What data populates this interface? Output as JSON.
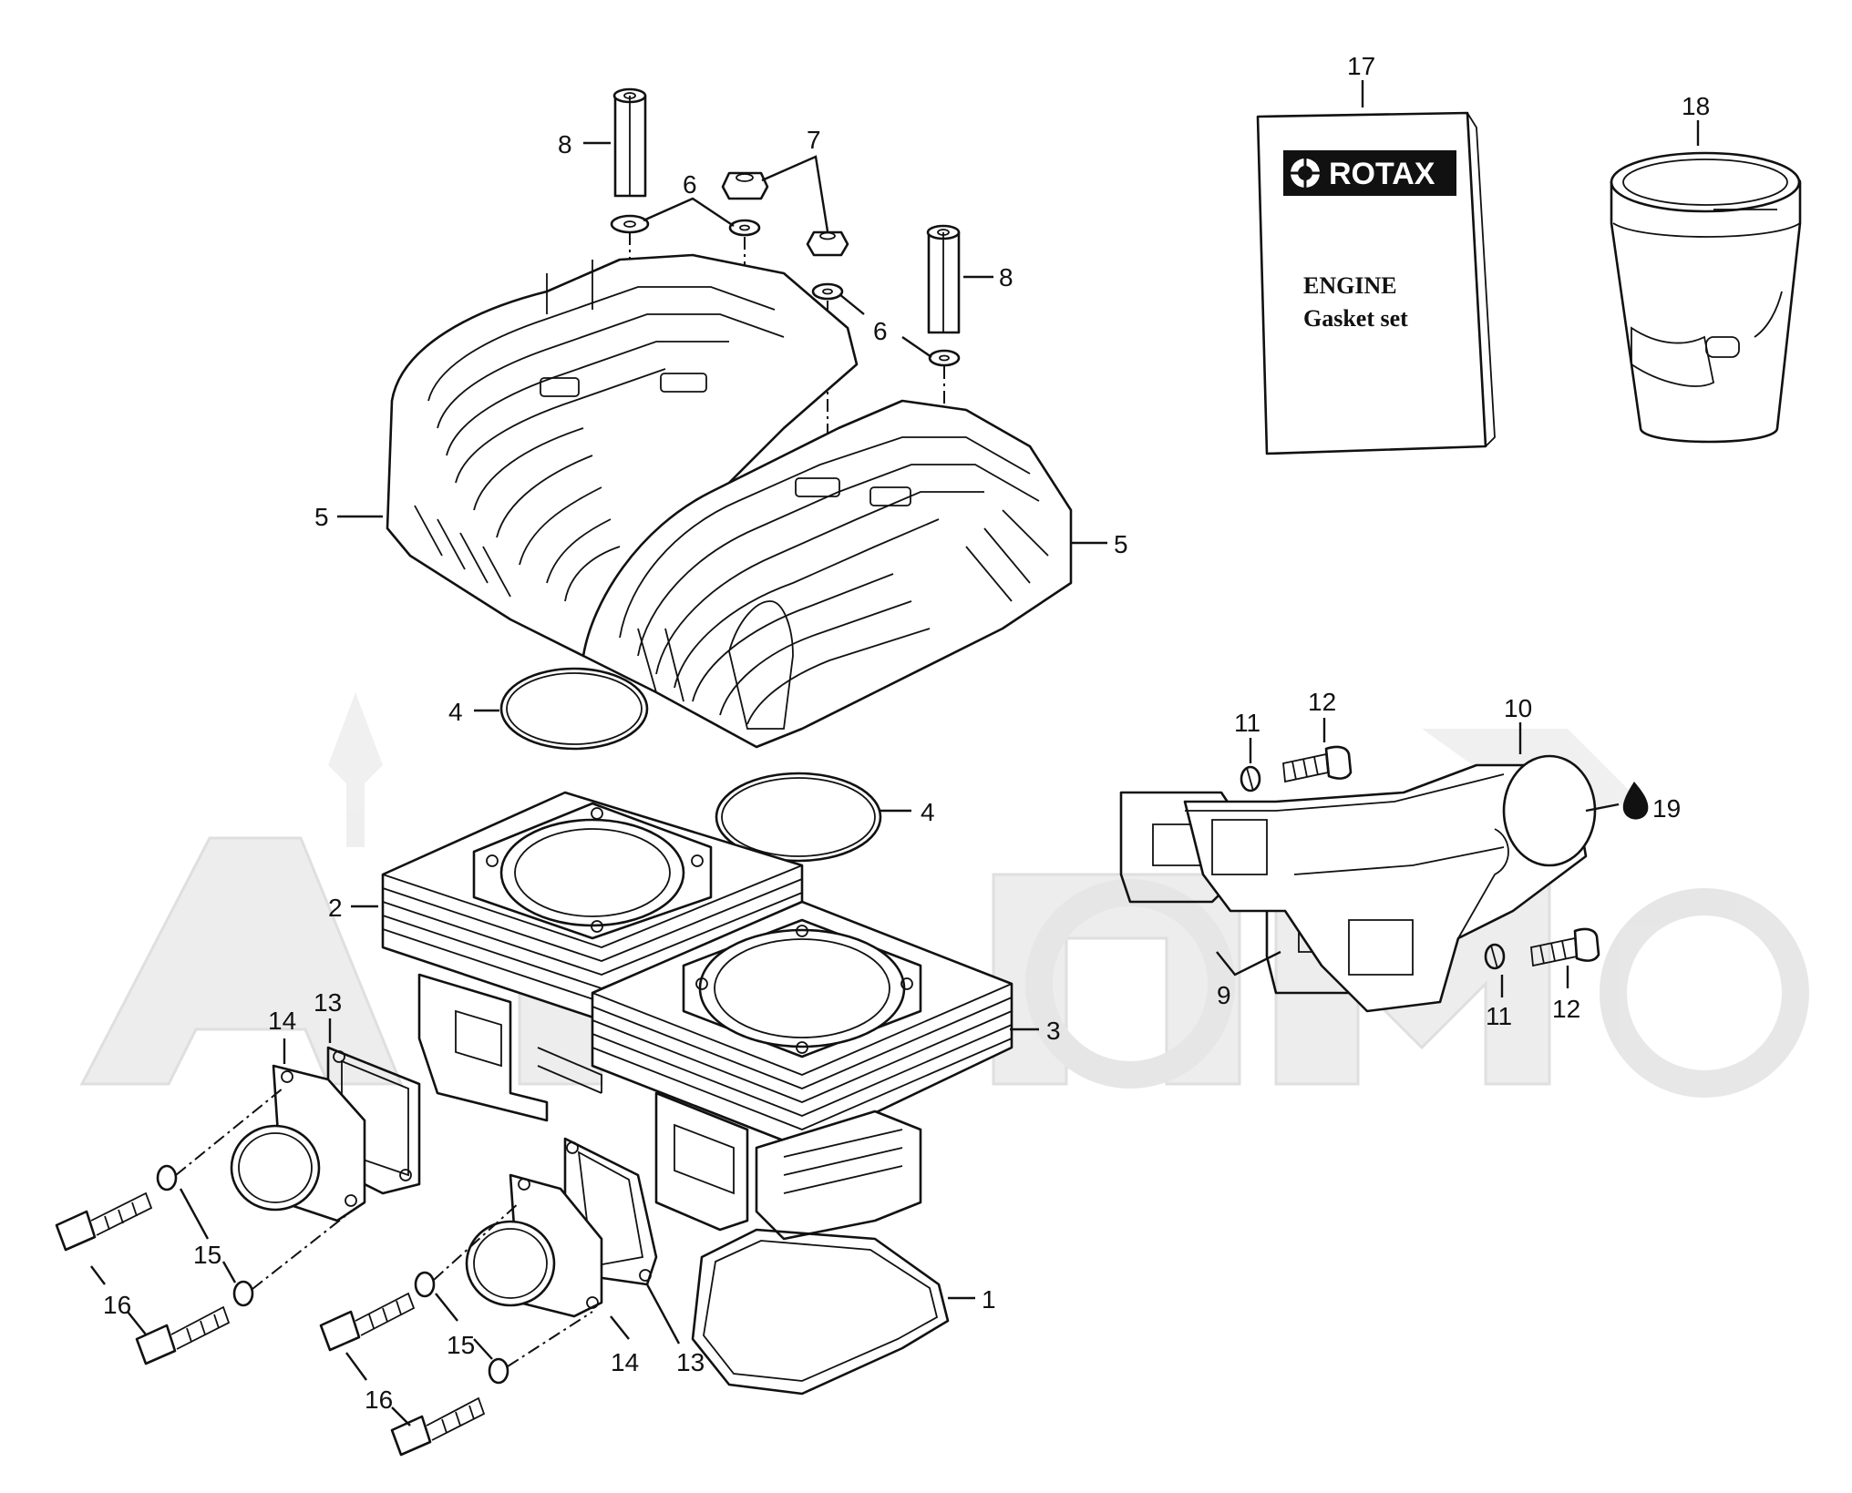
{
  "callouts": {
    "c1": "1",
    "c2": "2",
    "c3": "3",
    "c4a": "4",
    "c4b": "4",
    "c5a": "5",
    "c5b": "5",
    "c6a": "6",
    "c6b": "6",
    "c7": "7",
    "c8a": "8",
    "c8b": "8",
    "c9": "9",
    "c10": "10",
    "c11a": "11",
    "c11b": "11",
    "c12a": "12",
    "c12b": "12",
    "c13a": "13",
    "c13b": "13",
    "c14a": "14",
    "c14b": "14",
    "c15a": "15",
    "c15b": "15",
    "c16a": "16",
    "c16b": "16",
    "c17": "17",
    "c18": "18",
    "c19": "19"
  },
  "gasket_book": {
    "brand": "ROTAX",
    "line1": "ENGINE",
    "line2": "Gasket set"
  },
  "colors": {
    "ink": "#111111",
    "watermark": "#e6e6e6"
  }
}
